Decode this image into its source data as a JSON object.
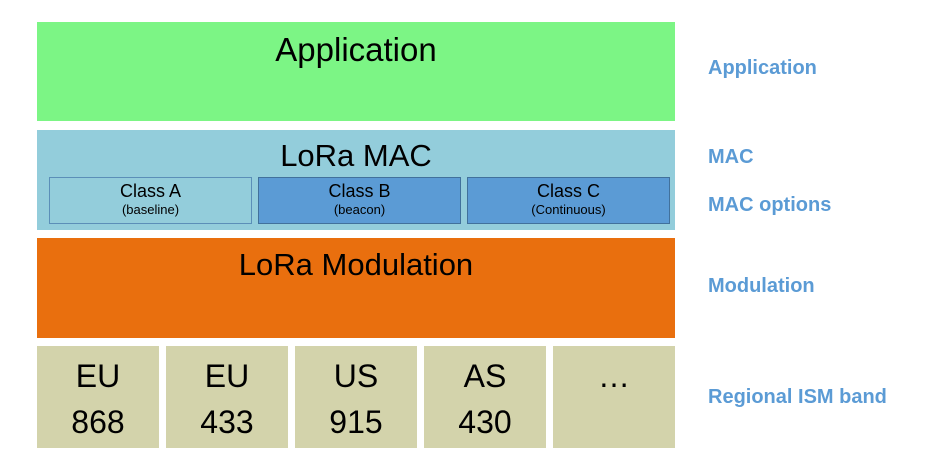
{
  "layers": {
    "application": {
      "label": "Application",
      "color": "#7cf585"
    },
    "mac": {
      "label": "LoRa MAC",
      "color": "#93cddb",
      "classes": [
        {
          "name": "Class A",
          "desc": "(baseline)",
          "color": "#93cddb"
        },
        {
          "name": "Class B",
          "desc": "(beacon)",
          "color": "#5b9bd5"
        },
        {
          "name": "Class C",
          "desc": "(Continuous)",
          "color": "#5b9bd5"
        }
      ]
    },
    "modulation": {
      "label": "LoRa Modulation",
      "color": "#e96f0e"
    },
    "bands": [
      {
        "region": "EU",
        "freq": "868"
      },
      {
        "region": "EU",
        "freq": "433"
      },
      {
        "region": "US",
        "freq": "915"
      },
      {
        "region": "AS",
        "freq": "430"
      },
      {
        "region": "…",
        "freq": ""
      }
    ],
    "band_color": "#d3d3ab"
  },
  "side_labels": {
    "application": "Application",
    "mac": "MAC",
    "mac_options": "MAC options",
    "modulation": "Modulation",
    "regional": "Regional ISM band",
    "color": "#5b9bd5"
  }
}
